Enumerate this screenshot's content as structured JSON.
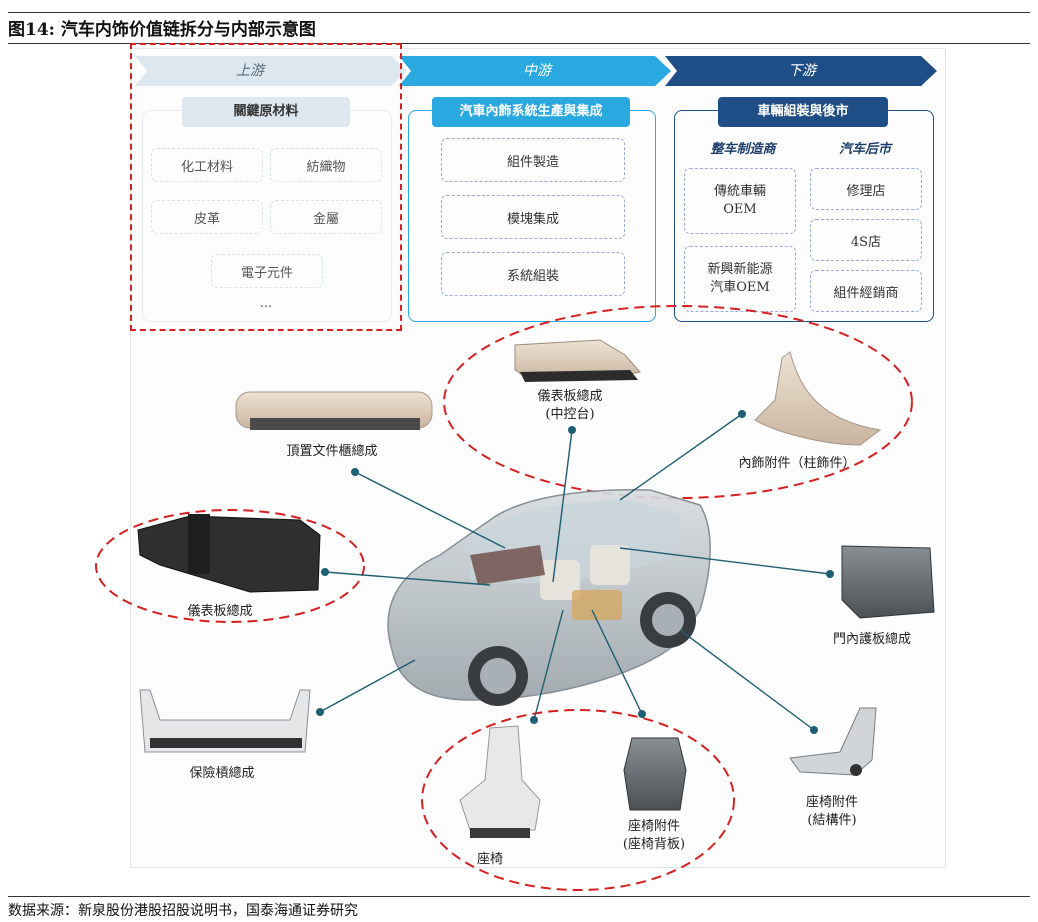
{
  "figure_title": "图14:  汽车内饰价值链拆分与内部示意图",
  "source_note": "数据来源：新泉股份港股招股说明书，国泰海通证券研究",
  "stages": {
    "upstream": {
      "label": "上游",
      "header": "關鍵原材料",
      "items": [
        "化工材料",
        "紡織物",
        "皮革",
        "金屬",
        "電子元件",
        "..."
      ]
    },
    "midstream": {
      "label": "中游",
      "header": "汽車內飾系統生產與集成",
      "items": [
        "組件製造",
        "模塊集成",
        "系統組裝"
      ]
    },
    "downstream": {
      "label": "下游",
      "header": "車輛組裝與後市",
      "oem_title": "整车制造商",
      "aftermarket_title": "汽车后市",
      "oem_items": [
        "傳統車輛\nOEM",
        "新興新能源\n汽車OEM"
      ],
      "aftermarket_items": [
        "修理店",
        "4S店",
        "組件經銷商"
      ]
    }
  },
  "parts": {
    "console": "儀表板總成\n(中控台)",
    "overhead": "頂置文件櫃總成",
    "pillar": "內飾附件（柱飾件）",
    "dashboard": "儀表板總成",
    "door": "門內護板總成",
    "bumper": "保險槓總成",
    "seat": "座椅",
    "seat_back": "座椅附件\n(座椅背板)",
    "seat_bracket": "座椅附件\n(結構件)"
  },
  "colors": {
    "light_blue": "#2aa8e0",
    "navy": "#1f4e86",
    "pale": "#dde7f0",
    "red": "#d62020"
  }
}
